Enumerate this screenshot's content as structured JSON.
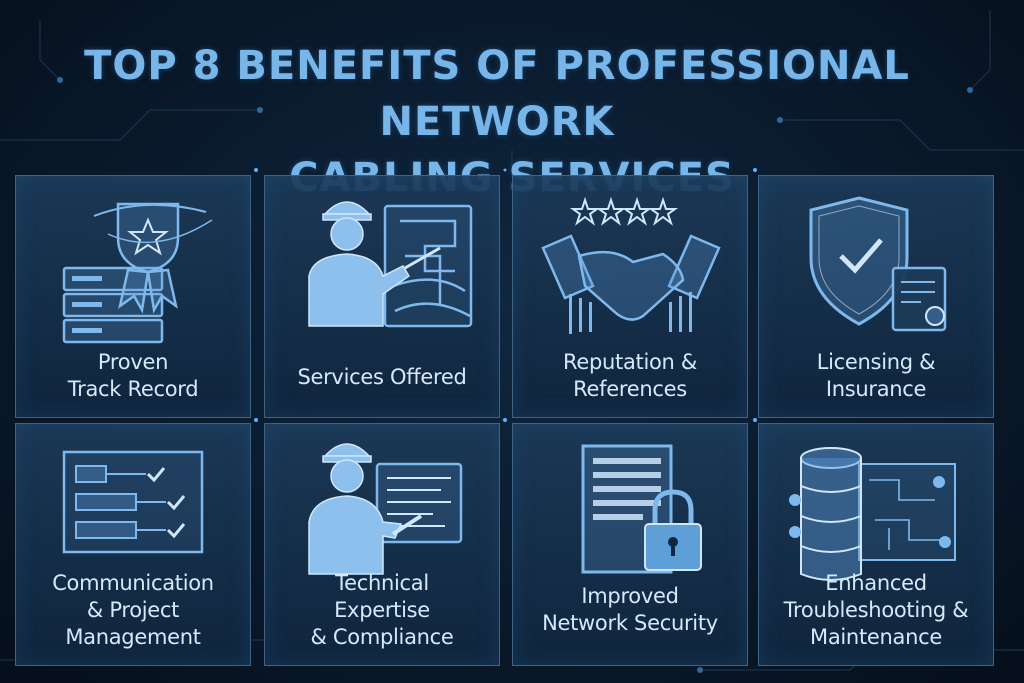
{
  "title": {
    "line1": "TOP 8 BENEFITS OF PROFESSIONAL NETWORK",
    "line2": "CABLING SERVICES"
  },
  "benefits": [
    {
      "label": "Proven\nTrack Record",
      "icon": "trophy-server-icon"
    },
    {
      "label": "Services Offered",
      "icon": "technician-panel-icon"
    },
    {
      "label": "Reputation &\nReferences",
      "icon": "handshake-stars-icon"
    },
    {
      "label": "Licensing &\nInsurance",
      "icon": "shield-certificate-icon"
    },
    {
      "label": "Communication\n& Project\nManagement",
      "icon": "checklist-icon"
    },
    {
      "label": "Technical\nExpertise\n& Compliance",
      "icon": "technician-document-icon"
    },
    {
      "label": "Improved\nNetwork Security",
      "icon": "server-lock-icon"
    },
    {
      "label": "Enhanced\nTroubleshooting &\nMaintenance",
      "icon": "database-circuit-icon"
    }
  ],
  "colors": {
    "background": "#0a1a2c",
    "title": "#78b6ea",
    "icon": "#7fb8ec",
    "label": "#d6e9fa",
    "card_border": "#3e6385"
  }
}
